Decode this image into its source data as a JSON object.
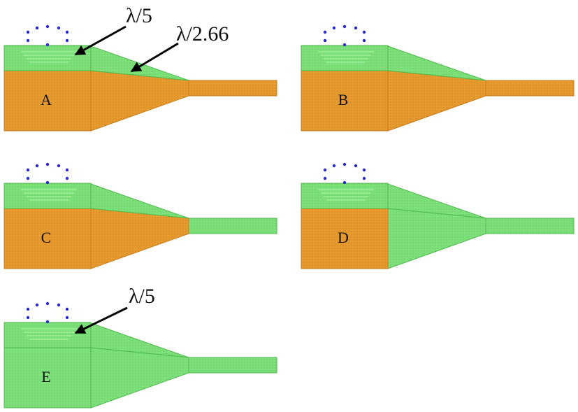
{
  "colors": {
    "green": "#7ee07a",
    "green_dark": "#4cb94a",
    "green_stripe": "#9ff09a",
    "orange": "#e79b2f",
    "orange_dark": "#c77a1a",
    "dot": "#2a2ad6",
    "arrow": "#000000"
  },
  "panels": [
    {
      "letter": "A",
      "base": "orange",
      "taper": "orange",
      "rod": "orange",
      "layers": "split"
    },
    {
      "letter": "B",
      "base": "orange",
      "taper": "orange",
      "rod": "orange",
      "layers": "split"
    },
    {
      "letter": "C",
      "base": "orange",
      "taper": "orange",
      "rod": "green",
      "layers": "split"
    },
    {
      "letter": "D",
      "base": "orange",
      "taper": "green",
      "rod": "green",
      "layers": "split"
    },
    {
      "letter": "E",
      "base": "green",
      "taper": "green",
      "rod": "green",
      "layers": "green"
    }
  ],
  "annotations": {
    "lambda_5_top": "λ/5",
    "lambda_266": "λ/2.66",
    "lambda_5_bottom": "λ/5"
  }
}
